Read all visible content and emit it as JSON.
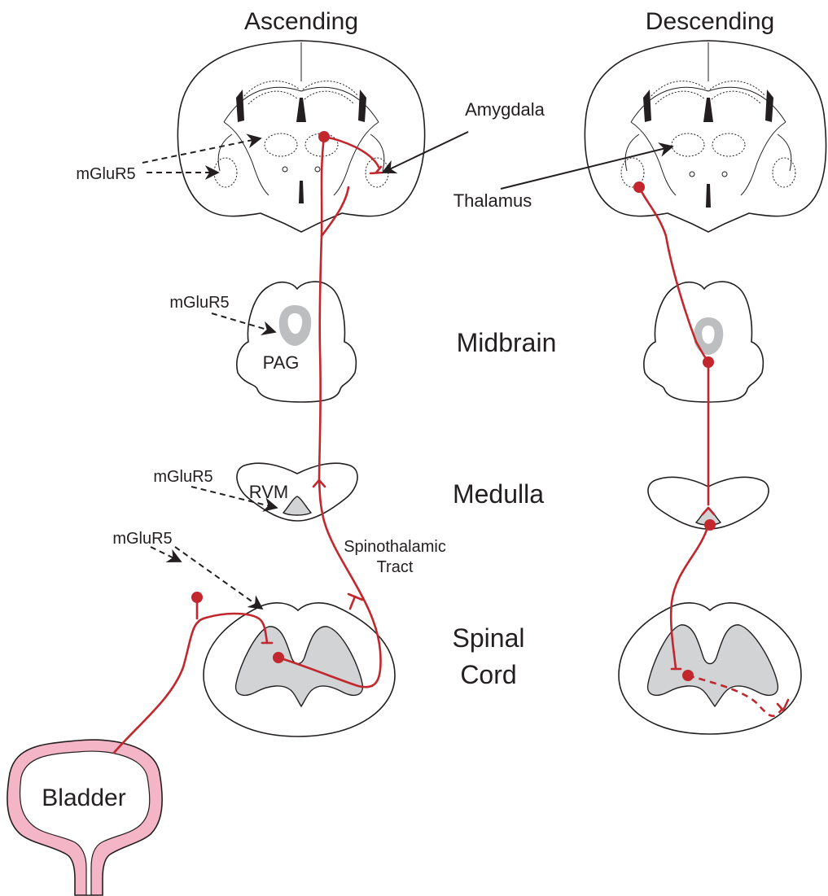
{
  "columns": {
    "ascending": "Ascending",
    "descending": "Descending"
  },
  "levels": {
    "midbrain": "Midbrain",
    "medulla": "Medulla",
    "spinal_cord_line1": "Spinal",
    "spinal_cord_line2": "Cord"
  },
  "labels": {
    "amygdala": "Amygdala",
    "thalamus": "Thalamus",
    "pag": "PAG",
    "rvm": "RVM",
    "tract_line1": "Spinothalamic",
    "tract_line2": "Tract",
    "bladder": "Bladder",
    "receptor_brain": "mGluR5",
    "receptor_pag": "mGluR5",
    "receptor_rvm": "mGluR5",
    "receptor_spinal": "mGluR5"
  },
  "colors": {
    "neuron": "#c1272d",
    "grey_matter": "#d1d3d4",
    "outline": "#231f20",
    "bladder_wall": "#f4b6c6"
  }
}
